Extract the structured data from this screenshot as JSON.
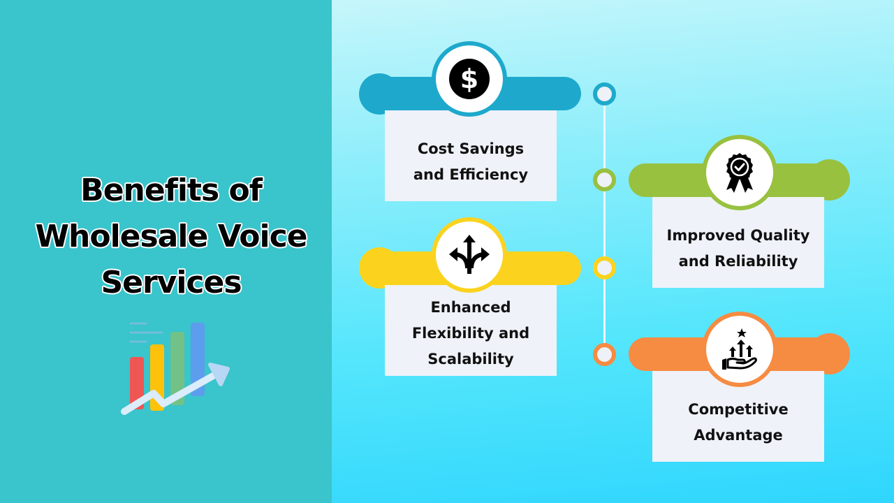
{
  "title": {
    "lines": [
      "Benefits of",
      "Wholesale Voice",
      "Services"
    ]
  },
  "colors": {
    "left_panel": "#3ac4cb",
    "card_box": "#eff2f8",
    "blue": "#1ea9cc",
    "green": "#98c13f",
    "yellow": "#fbd31e",
    "orange": "#f68b42"
  },
  "illustration": {
    "icon": "bar-chart-growth-icon",
    "bars": [
      "#ee5653",
      "#fec20b",
      "#72c287",
      "#5c9ded"
    ],
    "arrow_color": "#dbecfb"
  },
  "benefits": [
    {
      "label": "Cost Savings and Efficiency",
      "lines": [
        "Cost Savings",
        "and Efficiency"
      ],
      "icon": "dollar-icon",
      "color": "blue"
    },
    {
      "label": "Improved Quality and Reliability",
      "lines": [
        "Improved Quality",
        "and Reliability"
      ],
      "icon": "award-ribbon-icon",
      "color": "green"
    },
    {
      "label": "Enhanced Flexibility and Scalability",
      "lines": [
        "Enhanced",
        "Flexibility and",
        "Scalability"
      ],
      "icon": "split-arrows-icon",
      "color": "yellow"
    },
    {
      "label": "Competitive Advantage",
      "lines": [
        "Competitive",
        "Advantage"
      ],
      "icon": "hand-growth-arrows-icon",
      "color": "orange"
    }
  ],
  "timeline": {
    "nodes": [
      "blue",
      "green",
      "yellow",
      "orange"
    ]
  }
}
